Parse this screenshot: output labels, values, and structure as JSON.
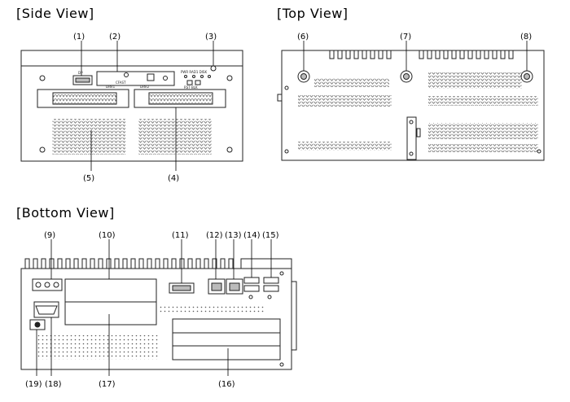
{
  "titles": {
    "side": "[Side View]",
    "top": "[Top View]",
    "bottom": "[Bottom View]"
  },
  "callouts": {
    "c1": "(1)",
    "c2": "(2)",
    "c3": "(3)",
    "c4": "(4)",
    "c5": "(5)",
    "c6": "(6)",
    "c7": "(7)",
    "c8": "(8)",
    "c9": "(9)",
    "c10": "(10)",
    "c11": "(11)",
    "c12": "(12)",
    "c13": "(13)",
    "c14": "(14)",
    "c15": "(15)",
    "c16": "(16)",
    "c17": "(17)",
    "c18": "(18)",
    "c19": "(19)"
  },
  "panel_text": {
    "dp": "DP",
    "cfast": "CFAST",
    "disk1": "Disk1",
    "disk2": "Disk2",
    "leds": "PWR  RAD1  DISK",
    "btn": "RST  BLK"
  }
}
